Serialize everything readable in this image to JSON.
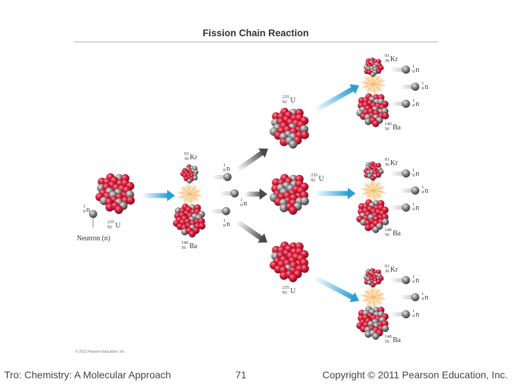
{
  "figure": {
    "title": "Fission Chain Reaction",
    "credit": "© 2011 Pearson Education, Inc.",
    "neutron_caption": "Neutron (n)",
    "neutron": {
      "sup": "1",
      "sub": "0",
      "sym": "n"
    },
    "uranium": {
      "sup": "235",
      "sub": "92",
      "sym": "U"
    },
    "krypton": {
      "sup": "93",
      "sub": "36",
      "sym": "Kr"
    },
    "barium": {
      "sup": "140",
      "sub": "56",
      "sym": "Ba"
    },
    "colors": {
      "proton": "#d81e3c",
      "neutron_particle": "#8c8c8c",
      "arrow_blue": "#2a9fd6",
      "arrow_gray": "#555555"
    }
  },
  "footer": {
    "left": "Tro: Chemistry: A Molecular Approach",
    "page": "71",
    "right": "Copyright © 2011 Pearson Education, Inc."
  }
}
